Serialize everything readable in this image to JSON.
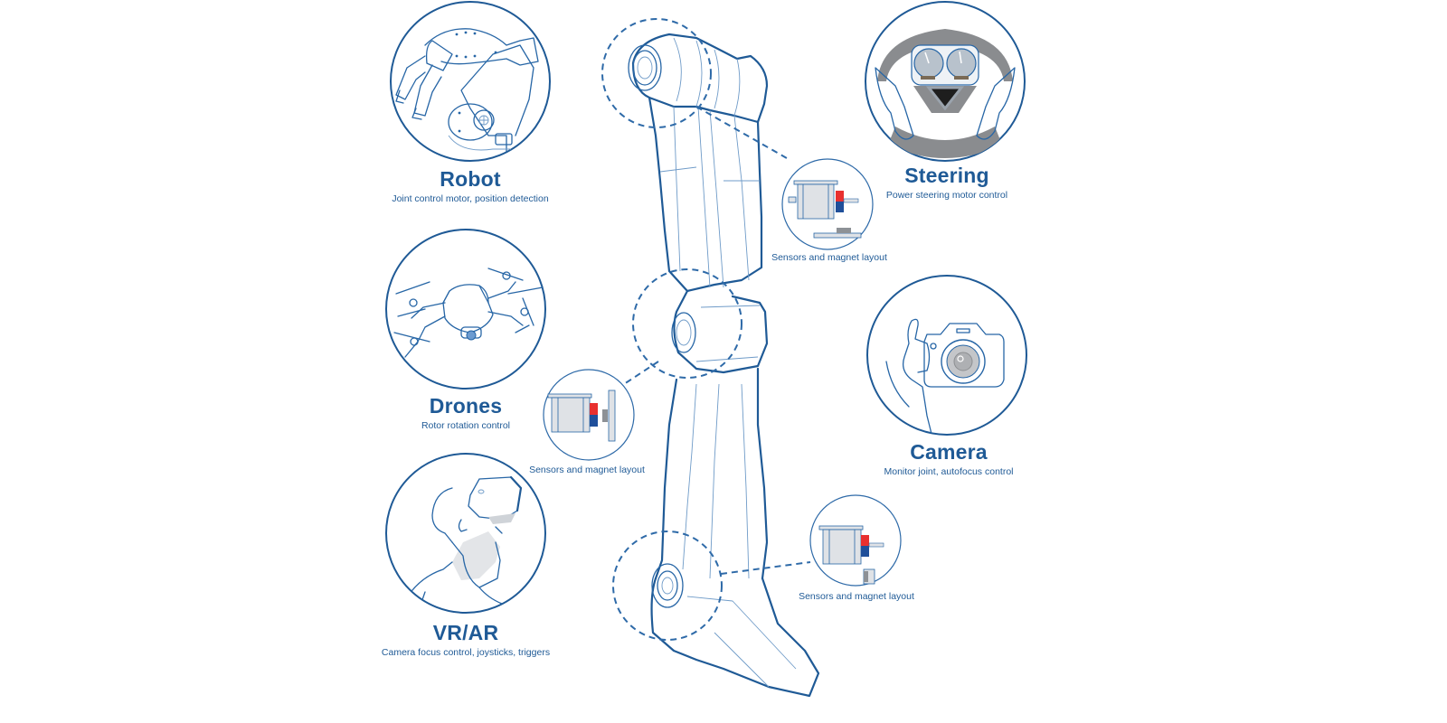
{
  "applications": [
    {
      "id": "robot",
      "title": "Robot",
      "description": "Joint control motor, position detection"
    },
    {
      "id": "drones",
      "title": "Drones",
      "description": "Rotor rotation control"
    },
    {
      "id": "vrar",
      "title": "VR/AR",
      "description": "Camera focus control, joysticks, triggers"
    },
    {
      "id": "steering",
      "title": "Steering",
      "description": "Power steering motor control"
    },
    {
      "id": "camera",
      "title": "Camera",
      "description": "Monitor joint, autofocus control"
    }
  ],
  "sensor_callouts": [
    {
      "joint": "shoulder",
      "caption": "Sensors and magnet layout"
    },
    {
      "joint": "elbow",
      "caption": "Sensors and magnet layout"
    },
    {
      "joint": "wrist",
      "caption": "Sensors and magnet layout"
    }
  ],
  "colors": {
    "primary": "#1f5a96",
    "line": "#2766a6",
    "magnet_north": "#e8302f",
    "magnet_south": "#1f4f9a",
    "motor_body": "#dfe2e6",
    "sensor_chip": "#8d9196"
  }
}
